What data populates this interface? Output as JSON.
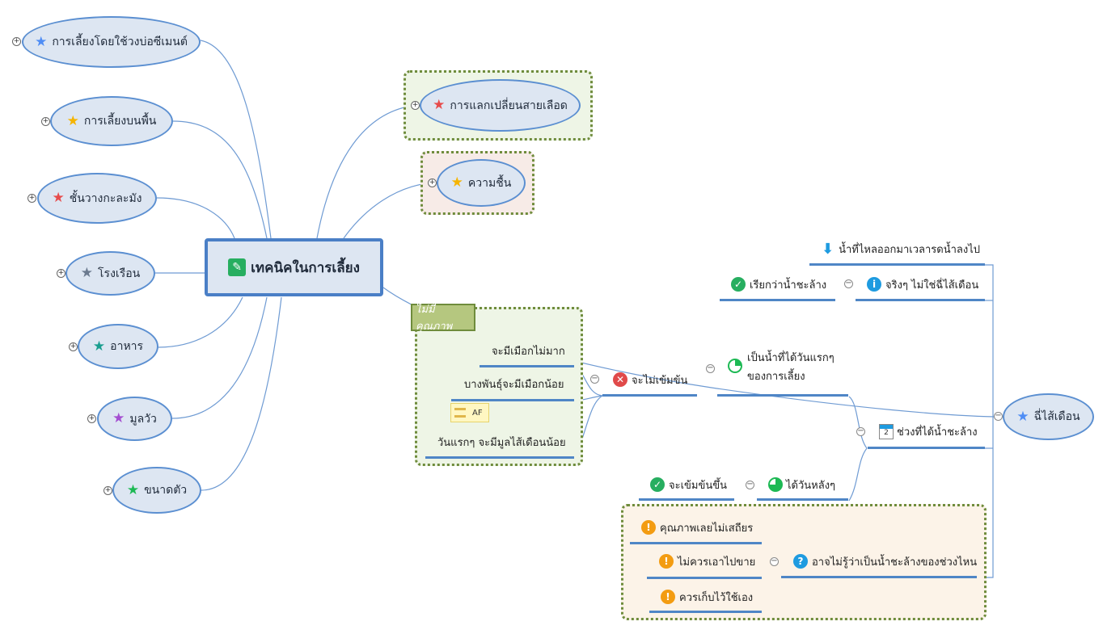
{
  "central": {
    "label": "เทคนิคในการเลี้ยง",
    "icon": "pencil-icon"
  },
  "left_branches": [
    {
      "label": "การเลี้ยงโดยใช้วงบ่อซีเมนต์",
      "star": "#4f8df5"
    },
    {
      "label": "การเลี้ยงบนพื้น",
      "star": "#f5b400"
    },
    {
      "label": "ชั้นวางกะละมัง",
      "star": "#e74c4c"
    },
    {
      "label": "โรงเรือน",
      "star": "#6b7a8f"
    },
    {
      "label": "อาหาร",
      "star": "#1a9e8f"
    },
    {
      "label": "มูลวัว",
      "star": "#a44ed1"
    },
    {
      "label": "ขนาดตัว",
      "star": "#1db954"
    }
  ],
  "right_branches": {
    "blood": {
      "label": "การแลกเปลี่ยนสายเลือด",
      "star": "#e74c4c"
    },
    "humidity": {
      "label": "ความชื้น",
      "star": "#f5b400"
    },
    "poor_quality": {
      "tag": "ไม่มีคุณภาพ",
      "items": [
        "จะมีเมือกไม่มาก",
        "บางพันธุ์จะมีเมือกน้อย",
        "วันแรกๆ จะมีมูลไส้เดือนน้อย"
      ],
      "af_label": "AF"
    }
  },
  "worm_poop": {
    "label": "ฉี่ไส้เดือน",
    "star": "#4f8df5",
    "water_drop": "น้ำที่ไหลออกมาเวลารดน้ำลงไป",
    "called_wash": "เรียกว่าน้ำชะล้าง",
    "really_not": "จริงๆ ไม่ใช่ฉี่ไส้เดือน",
    "wash_period": "ช่วงที่ได้น้ำชะล้าง",
    "first_day_line1": "เป็นน้ำที่ได้วันแรกๆ",
    "first_day_line2": "ของการเลี้ยง",
    "not_concentrated": "จะไม่เข้มข้น",
    "later_days": "ได้วันหลังๆ",
    "more_concentrated": "จะเข้มข้นขึ้น",
    "unknown_period": "อาจไม่รู้ว่าเป็นน้ำชะล้างของช่วงไหน",
    "warnings": [
      "คุณภาพเลยไม่เสถียร",
      "ไม่ควรเอาไปขาย",
      "ควรเก็บไว้ใช้เอง"
    ],
    "calendar_number": "2"
  },
  "colors": {
    "line": "#6f9bd3",
    "underline": "#4f86c6",
    "node_fill": "#dde6f2",
    "boundary": "#6f8c3c"
  }
}
